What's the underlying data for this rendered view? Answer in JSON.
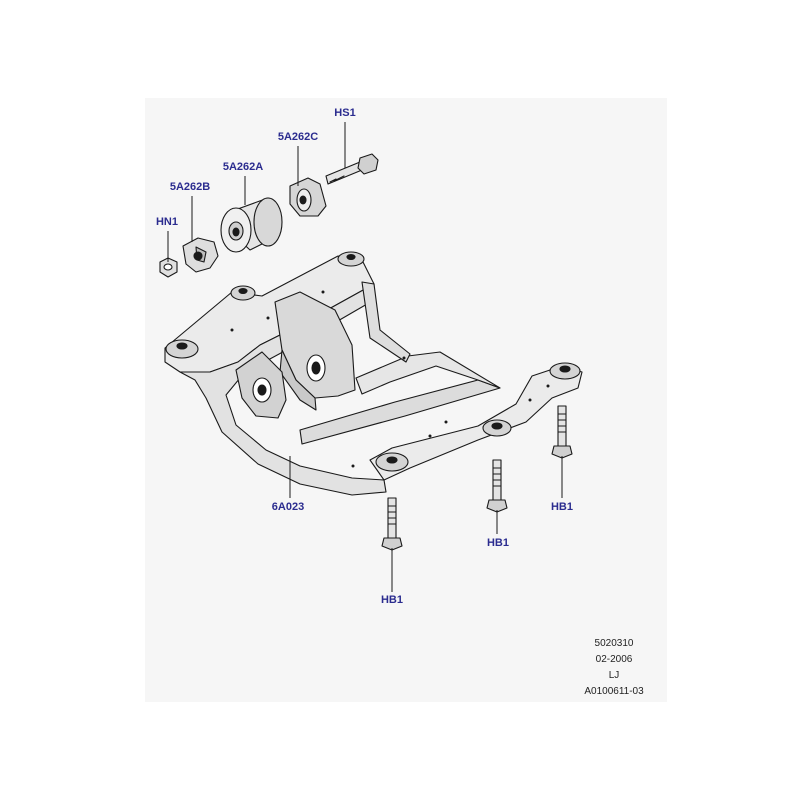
{
  "diagram": {
    "background_color": "#f6f6f6",
    "label_color": "#2b2c8f",
    "line_color": "#1a1a1a",
    "fill_light": "#ebebeb",
    "fill_mid": "#d9d9d9",
    "callouts": {
      "hs1": "HS1",
      "a262c": "5A262C",
      "a262a": "5A262A",
      "a262b": "5A262B",
      "hn1": "HN1",
      "a023": "6A023",
      "hb1_left": "HB1",
      "hb1_mid": "HB1",
      "hb1_right": "HB1"
    },
    "footer": {
      "code": "5020310",
      "date": "02-2006",
      "initials": "LJ",
      "ref": "A0100611-03"
    }
  }
}
